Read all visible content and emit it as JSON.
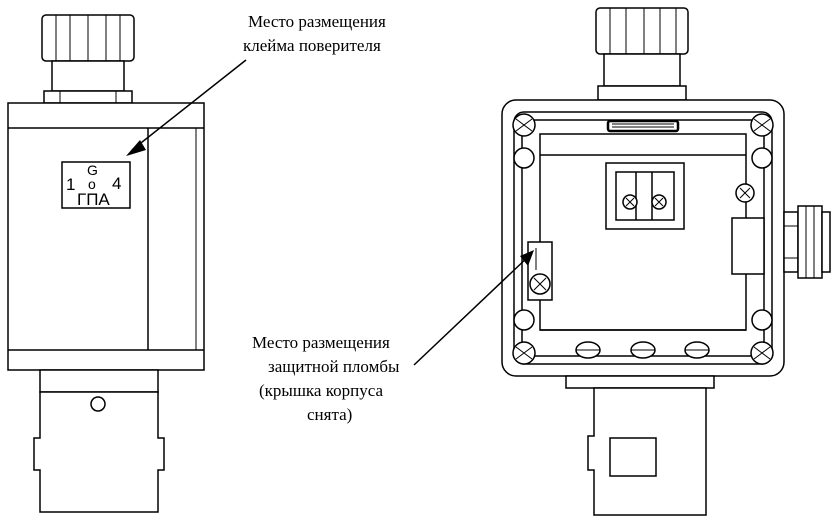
{
  "callouts": {
    "verifier_mark": {
      "line1": "Место размещения",
      "line2": "клейма поверителя"
    },
    "protective_seal": {
      "line1": "Место размещения",
      "line2": "защитной пломбы",
      "line3": "(крышка корпуса",
      "line4": "снята)"
    }
  },
  "stamp": {
    "left": "1",
    "top": "G",
    "center": "o",
    "right": "4",
    "bottom": "ГПА"
  }
}
